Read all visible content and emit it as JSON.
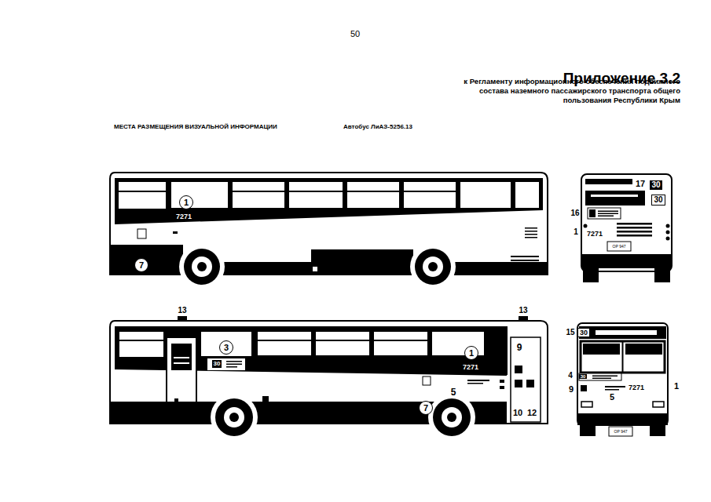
{
  "diagram": {
    "title": "Приложение 3.2",
    "nodes": [
      {
        "text": [
          "1"
        ]
      },
      {
        "text": [
          "7"
        ]
      },
      {
        "text": [
          "30"
        ]
      },
      {
        "text": [
          "30"
        ]
      },
      {
        "text": [
          "3"
        ]
      },
      {
        "text": [
          "30"
        ]
      },
      {
        "text": [
          "1"
        ]
      },
      {
        "text": [
          "7"
        ]
      },
      {
        "text": [
          "30"
        ]
      },
      {
        "text": [
          "30"
        ]
      }
    ],
    "labels": [
      "50",
      "к Регламенту информационного обеспечения подвижного состава наземного пассажирского транспорта общего пользования Республики Крым",
      "МЕСТА РАЗМЕЩЕНИЯ ВИЗУАЛЬНОЙ ИНФОРМАЦИИ",
      "Автобус ЛиАЗ-5256.13",
      "7271",
      "17",
      "16",
      "1",
      "7271",
      "ОР 947",
      "13",
      "13",
      "9",
      "7271",
      "5",
      "10",
      "12",
      "15",
      "4",
      "9",
      "7271",
      "1",
      "5",
      "ОР 947"
    ]
  }
}
